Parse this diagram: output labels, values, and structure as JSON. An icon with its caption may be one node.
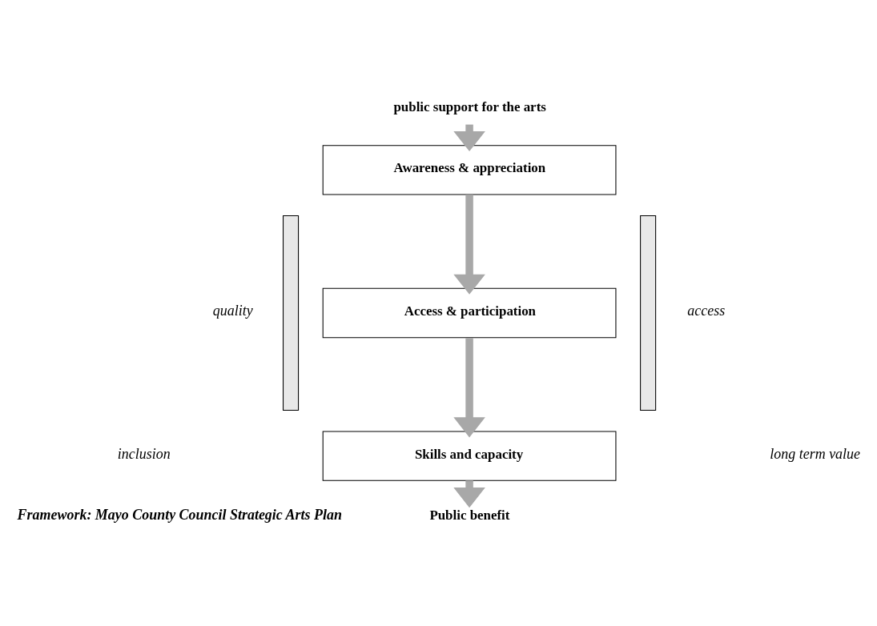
{
  "diagram": {
    "nodes": [
      {
        "text": [
          "public support for the arts"
        ]
      },
      {
        "text": [
          "Awareness & appreciation"
        ]
      },
      {
        "text": [
          "Access & participation"
        ]
      },
      {
        "text": [
          "Skills and capacity"
        ]
      },
      {
        "text": [
          "Public benefit"
        ]
      },
      {
        "text": [],
        "shape": "bar"
      },
      {
        "text": [],
        "shape": "bar"
      }
    ],
    "edges": [
      {
        "from": 0,
        "to": 1,
        "arrow": "to"
      },
      {
        "from": 1,
        "to": 2,
        "arrow": "to"
      },
      {
        "from": 2,
        "to": 3,
        "arrow": "to"
      },
      {
        "from": 3,
        "to": 4,
        "arrow": "to"
      }
    ],
    "labels": [
      "access",
      "quality",
      "long term value",
      "inclusion",
      "Framework: Mayo County Council Strategic Arts Plan"
    ]
  }
}
